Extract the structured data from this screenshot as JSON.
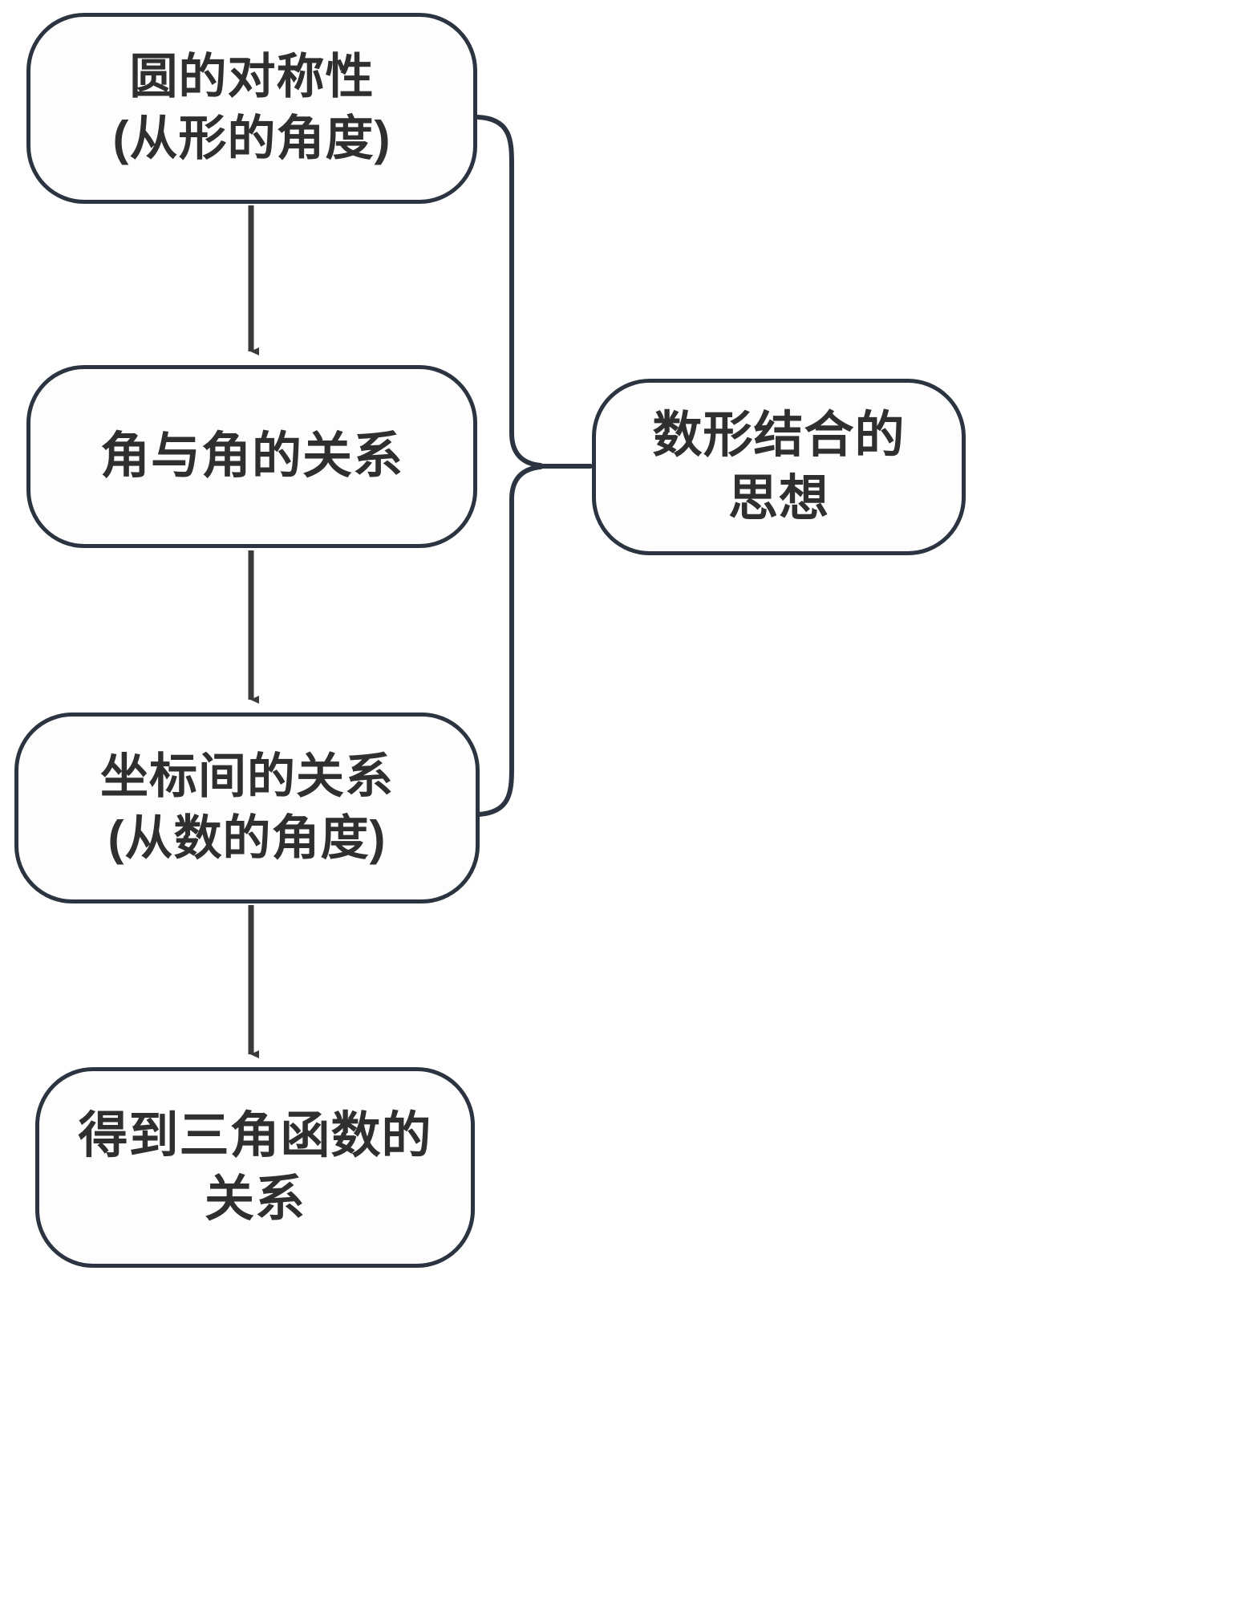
{
  "diagram": {
    "type": "flowchart",
    "orientation": "vertical",
    "background_color": "#ffffff",
    "stroke_color": "#2b3440",
    "text_color": "#2f2f2f",
    "node_fill": "#fdfdfd",
    "nodes": [
      {
        "id": "symmetry",
        "label": "圆的对称性\n(从形的角度)",
        "line1": "圆的对称性",
        "line2": "(从形的角度)",
        "shape": "rounded-rectangle"
      },
      {
        "id": "angle",
        "label": "角与角的关系",
        "line1": "角与角的关系",
        "line2": "",
        "shape": "rounded-rectangle"
      },
      {
        "id": "coord",
        "label": "坐标间的关系\n(从数的角度)",
        "line1": "坐标间的关系",
        "line2": "(从数的角度)",
        "shape": "rounded-rectangle"
      },
      {
        "id": "trig",
        "label": "得到三角函数的\n关系",
        "line1": "得到三角函数的",
        "line2": "关系",
        "shape": "rounded-rectangle"
      },
      {
        "id": "thought",
        "label": "数形结合的\n思想",
        "line1": "数形结合的",
        "line2": "思想",
        "shape": "rounded-rectangle"
      }
    ],
    "edges": [
      {
        "id": "edge-symmetry-angle",
        "from": "symmetry",
        "to": "angle",
        "style": "solid-arrow"
      },
      {
        "id": "edge-angle-coord",
        "from": "angle",
        "to": "coord",
        "style": "solid-arrow"
      },
      {
        "id": "edge-coord-trig",
        "from": "coord",
        "to": "trig",
        "style": "solid-arrow"
      },
      {
        "id": "edge-brace-thought",
        "from": "symmetry,coord",
        "to": "thought",
        "style": "curly-brace"
      }
    ]
  }
}
